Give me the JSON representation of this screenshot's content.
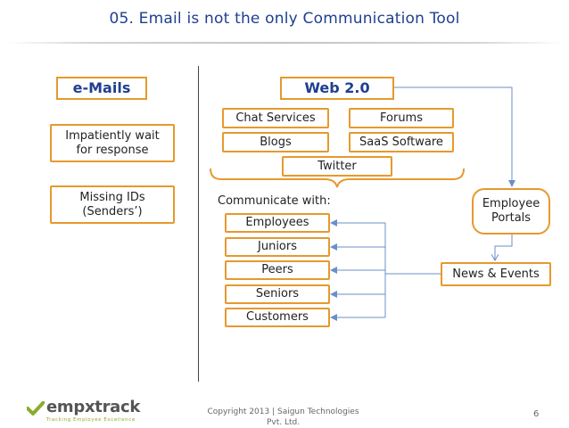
{
  "slide": {
    "title": "05. Email is not the only Communication Tool",
    "page_number": "6",
    "copyright": "Copyright 2013 | Saigun Technologies Pvt. Ltd."
  },
  "left": {
    "header": "e-Mails",
    "items": [
      "Impatiently wait for response",
      "Missing IDs (Senders’)"
    ]
  },
  "right": {
    "header": "Web 2.0",
    "tools": [
      "Chat Services",
      "Forums",
      "Blogs",
      "SaaS Software",
      "Twitter"
    ],
    "communicate_label": "Communicate with:",
    "audiences": [
      "Employees",
      "Juniors",
      "Peers",
      "Seniors",
      "Customers"
    ],
    "employee_portals": "Employee Portals",
    "news_events": "News & Events"
  },
  "logo": {
    "name": "empxtrack",
    "tagline": "Tracking Employee Excellence"
  },
  "colors": {
    "title_blue": "#1f3f8f",
    "box_orange": "#e6992e",
    "arrow_blue": "#6b8fc7",
    "logo_green": "#8cab2e"
  }
}
